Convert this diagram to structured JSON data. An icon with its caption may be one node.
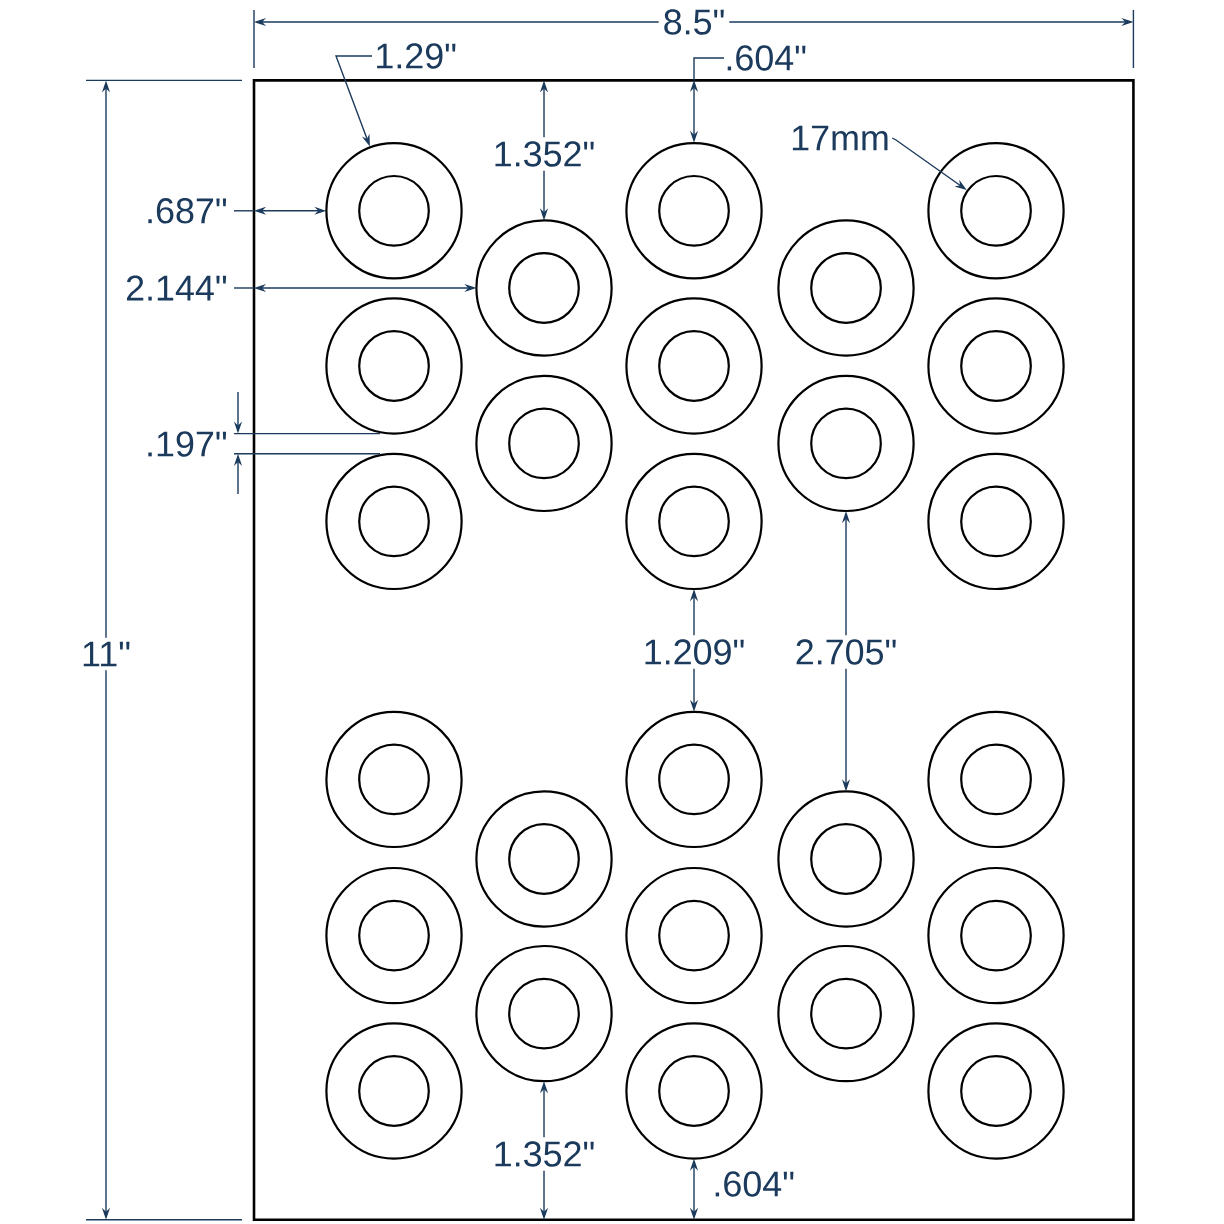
{
  "diagram": {
    "nodes": [
      {
        "text": [
          "1.29\""
        ]
      },
      {
        "text": [],
        "shape": "circle"
      },
      {
        "text": [
          "17mm"
        ]
      },
      {
        "text": [],
        "shape": "circle"
      }
    ],
    "edges": [
      {
        "from": 0,
        "to": 1,
        "arrow": "to"
      },
      {
        "from": 2,
        "to": 3,
        "arrow": "to"
      }
    ],
    "labels": [
      "8.5\"",
      ".604\"",
      "1.352\"",
      ".687\"",
      "2.144\"",
      ".197\"",
      "11\"",
      "1.209\"",
      "2.705\"",
      "1.352\"",
      ".604\""
    ]
  }
}
